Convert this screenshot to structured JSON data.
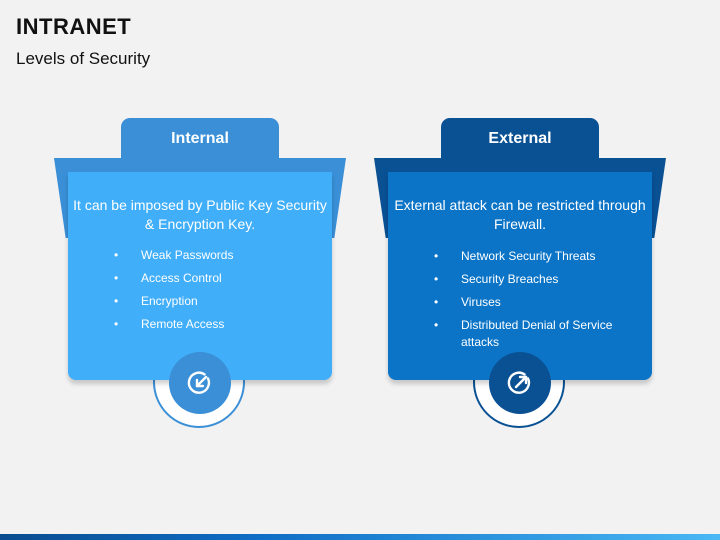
{
  "title": "INTRANET",
  "subtitle": "Levels of Security",
  "panels": [
    {
      "tab": "Internal",
      "headline": "It can be imposed by Public Key Security & Encryption Key.",
      "bullets": [
        "Weak Passwords",
        "Access Control",
        "Encryption",
        "Remote Access"
      ],
      "icon": "arrow-inward-icon",
      "colors": {
        "tab": "#3a8fd6",
        "card": "#41aef9"
      }
    },
    {
      "tab": "External",
      "headline": "External attack can be restricted through  Firewall.",
      "bullets": [
        "Network Security Threats",
        "Security Breaches",
        "Viruses",
        "Distributed Denial of Service attacks"
      ],
      "icon": "arrow-outward-icon",
      "colors": {
        "tab": "#0a5194",
        "card": "#0b74c7"
      }
    }
  ],
  "bullet_glyph": "•"
}
